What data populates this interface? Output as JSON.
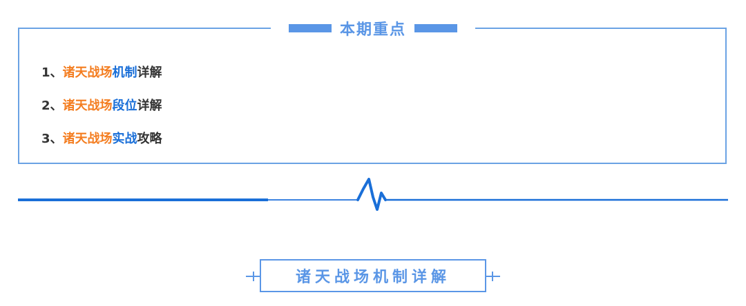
{
  "key_points": {
    "title": "本期重点",
    "items": [
      {
        "num": "1、",
        "orange": "诸天战场",
        "blue": "机制",
        "dark": "详解"
      },
      {
        "num": "2、",
        "orange": "诸天战场",
        "blue": "段位",
        "dark": "详解"
      },
      {
        "num": "3、",
        "orange": "诸天战场",
        "blue": "实战",
        "dark": "攻略"
      }
    ]
  },
  "section": {
    "title": "诸天战场机制详解"
  },
  "colors": {
    "accent_blue": "#5a96e6",
    "border_blue": "#6aa2e4",
    "line_blue": "#1a6fd8",
    "highlight_orange": "#f47d20",
    "text_dark": "#333333"
  }
}
